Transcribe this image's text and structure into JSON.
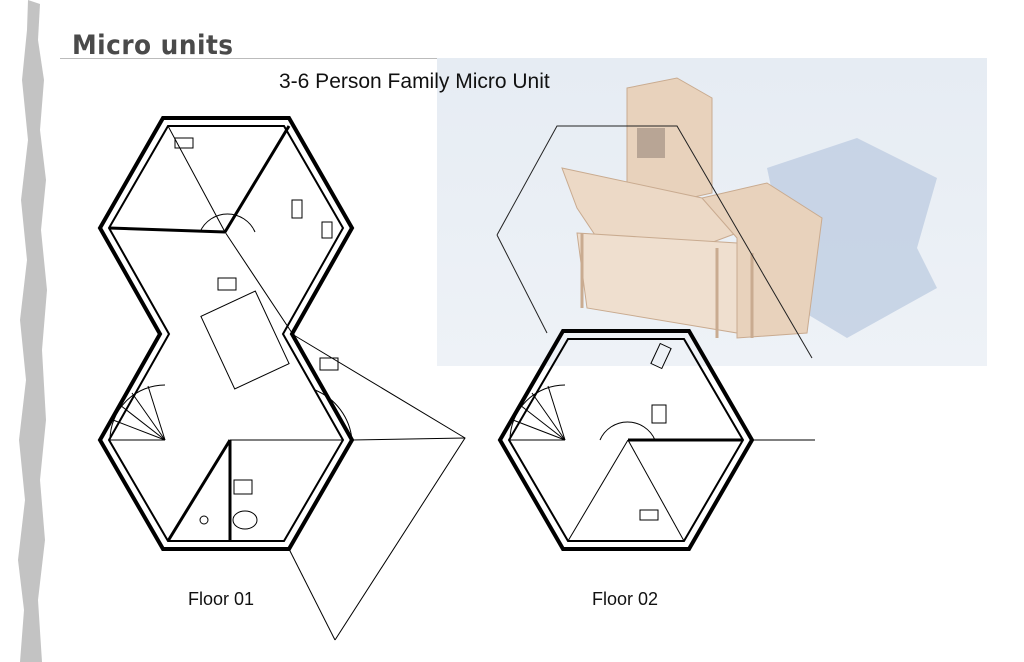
{
  "slide": {
    "title": "Micro units",
    "subtitle": "3-6 Person Family Micro Unit",
    "floor_labels": [
      "Floor 01",
      "Floor 02"
    ]
  },
  "colors": {
    "render_bg": "#e6ecf3",
    "wood": "#e8d2bc",
    "shadow": "#b9c9e0",
    "title": "#4a4a4a"
  }
}
